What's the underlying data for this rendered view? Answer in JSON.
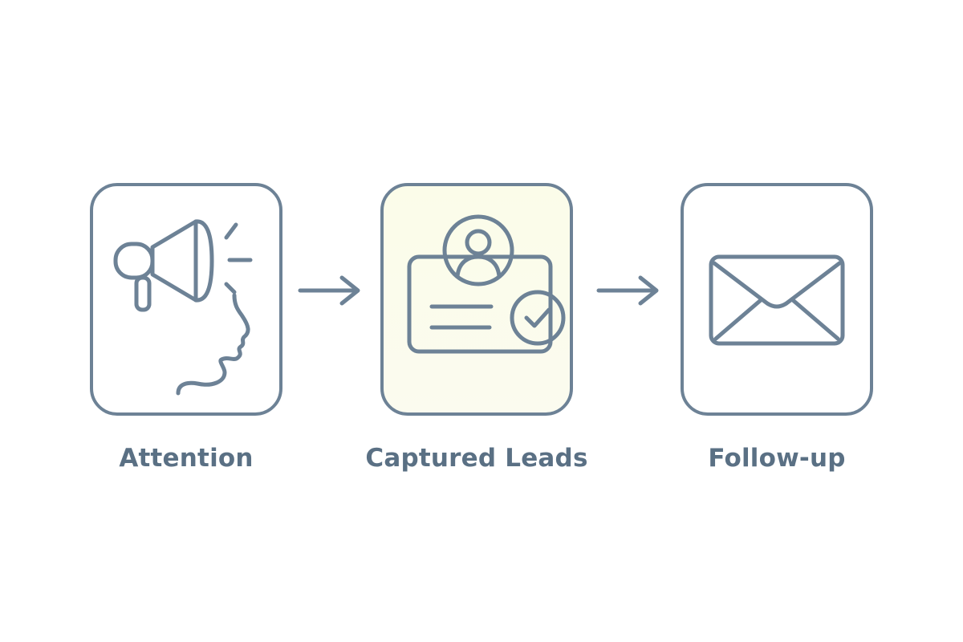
{
  "steps": [
    {
      "label": "Attention",
      "icon": "megaphone-head-icon",
      "highlight": false
    },
    {
      "label": "Captured Leads",
      "icon": "contact-card-check-icon",
      "highlight": true
    },
    {
      "label": "Follow-up",
      "icon": "envelope-icon",
      "highlight": false
    }
  ],
  "colors": {
    "stroke": "#6d8296",
    "label": "#5a7084",
    "highlight_fill": "#fbfcec",
    "icon_fill": "#e8f1f5",
    "check_fill": "#d9ead5"
  }
}
